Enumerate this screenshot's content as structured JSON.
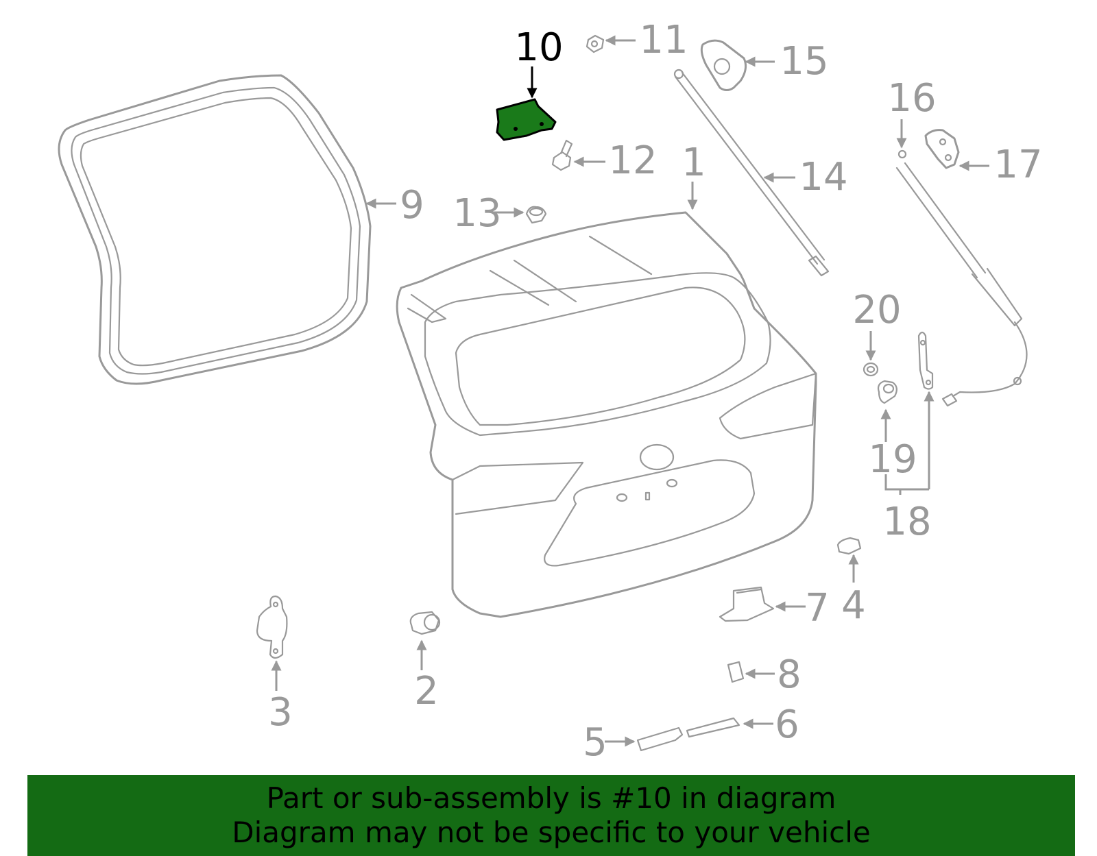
{
  "diagram": {
    "highlighted_part": "10",
    "callouts": {
      "c1": "1",
      "c2": "2",
      "c3": "3",
      "c4": "4",
      "c5": "5",
      "c6": "6",
      "c7": "7",
      "c8": "8",
      "c9": "9",
      "c10": "10",
      "c11": "11",
      "c12": "12",
      "c13": "13",
      "c14": "14",
      "c15": "15",
      "c16": "16",
      "c17": "17",
      "c18": "18",
      "c19": "19",
      "c20": "20"
    }
  },
  "banner": {
    "line1": "Part or sub-assembly is #10 in diagram",
    "line2": "Diagram may not be specific to your vehicle",
    "color": "#146b14"
  }
}
